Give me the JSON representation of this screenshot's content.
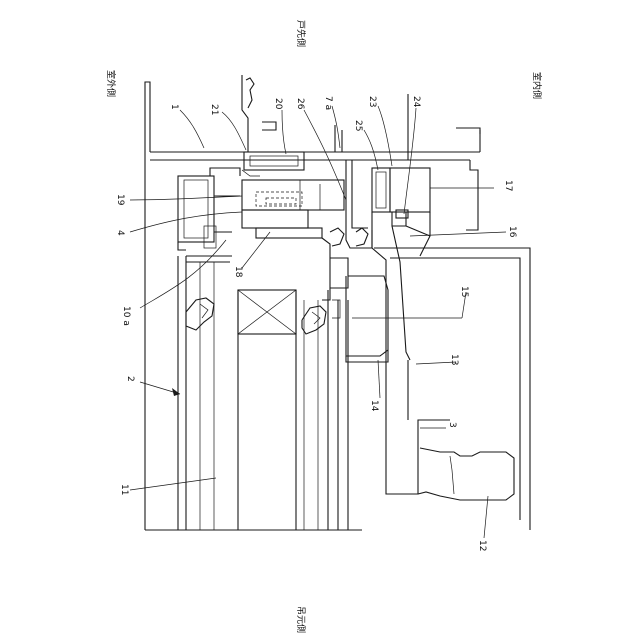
{
  "side_labels": {
    "top": "戸先側",
    "bottom": "吊元側",
    "outdoor": "室外側",
    "indoor": "室内側"
  },
  "ref_numbers": {
    "n1": "1",
    "n2": "2",
    "n3": "3",
    "n4": "4",
    "n7a": "7 a",
    "n10a": "10 a",
    "n11": "11",
    "n12": "12",
    "n13": "13",
    "n14": "14",
    "n15": "15",
    "n16": "16",
    "n17": "17",
    "n18": "18",
    "n19": "19",
    "n20": "20",
    "n21": "21",
    "n23": "23",
    "n24": "24",
    "n25": "25",
    "n26": "26"
  }
}
